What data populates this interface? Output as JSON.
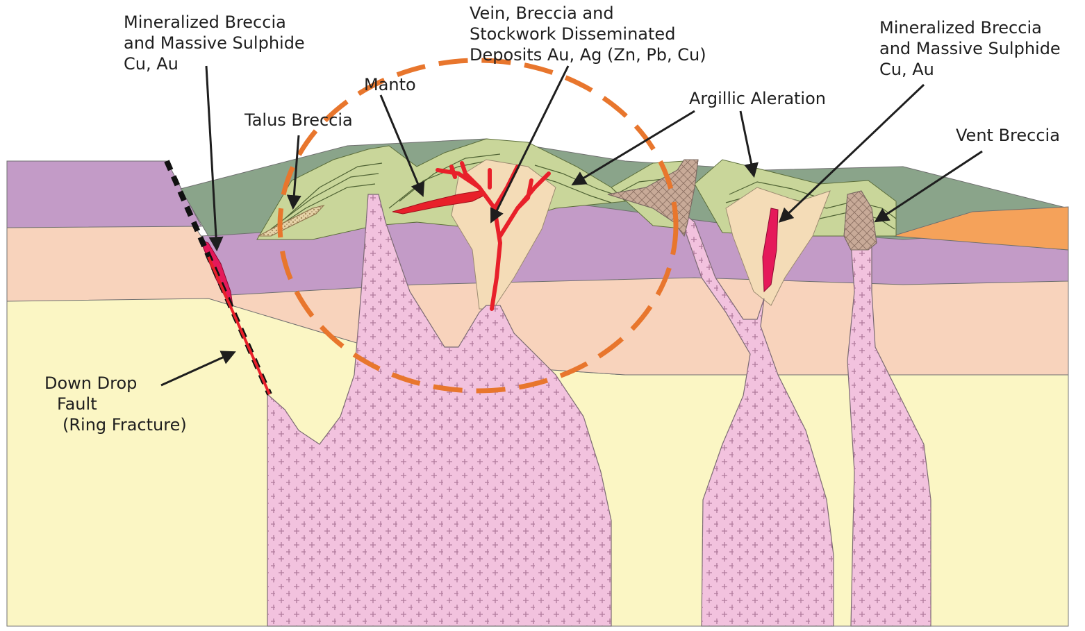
{
  "labels": {
    "mineralized_left": [
      "Mineralized Breccia",
      "and Massive Sulphide",
      "Cu, Au"
    ],
    "vein": [
      "Vein, Breccia and",
      "Stockwork Disseminated",
      "Deposits Au, Ag (Zn, Pb, Cu)"
    ],
    "mineralized_right": [
      "Mineralized Breccia",
      "and Massive Sulphide",
      "Cu, Au"
    ],
    "manto": "Manto",
    "talus": "Talus Breccia",
    "argillic": "Argillic Aleration",
    "vent": "Vent Breccia",
    "fault": [
      "Down Drop",
      "Fault",
      "(Ring Fracture)"
    ]
  },
  "colors": {
    "yellow_layer": "#fbf6c4",
    "salmon_layer": "#f8d3bc",
    "purple_layer": "#c39bc7",
    "dark_green_layer": "#8aa48a",
    "orange_layer": "#f5a25a",
    "intrusion": "#f2c2de",
    "altered_green": "#c9d69a",
    "alteration_cream": "#f4dcb7",
    "breccia": "#c8aa98",
    "ore_red": "#e8202a",
    "sulphide_magenta": "#e5195a",
    "highlight_circle": "#e8762d",
    "fault_marks": "#111111"
  },
  "icons": [
    "dashed-highlight-circle",
    "fault-line",
    "pointer-arrows"
  ]
}
